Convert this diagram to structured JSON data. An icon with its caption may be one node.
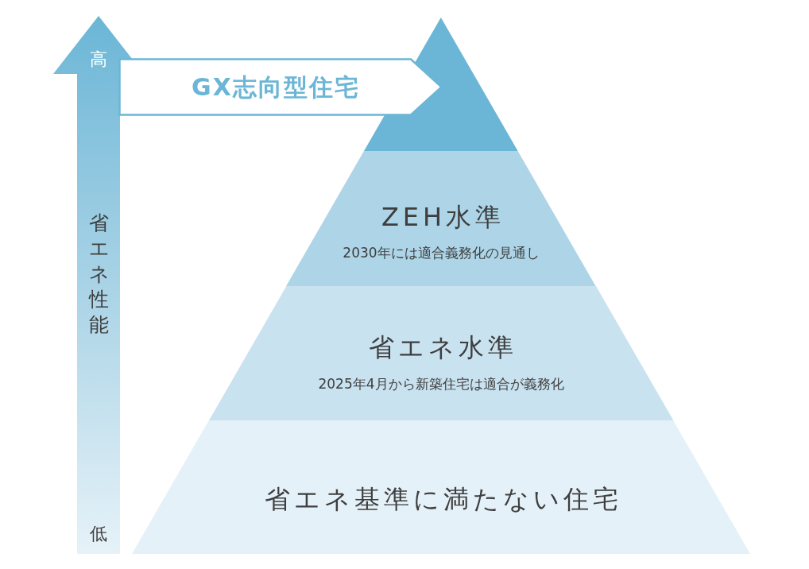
{
  "diagram": {
    "nodes": [
      {
        "text": [
          "GX志向型住宅"
        ]
      },
      {
        "text": [],
        "shape": "triangle"
      },
      {
        "text": [
          "ZEH水準",
          "2030年には適合義務化の見通し"
        ]
      },
      {
        "text": [
          "省エネ水準",
          "2025年4月から新築住宅は適合が義務化"
        ]
      },
      {
        "text": [
          "省エネ基準に満たない住宅"
        ]
      }
    ],
    "labels": [
      "高",
      "省エネ性能",
      "低"
    ]
  }
}
